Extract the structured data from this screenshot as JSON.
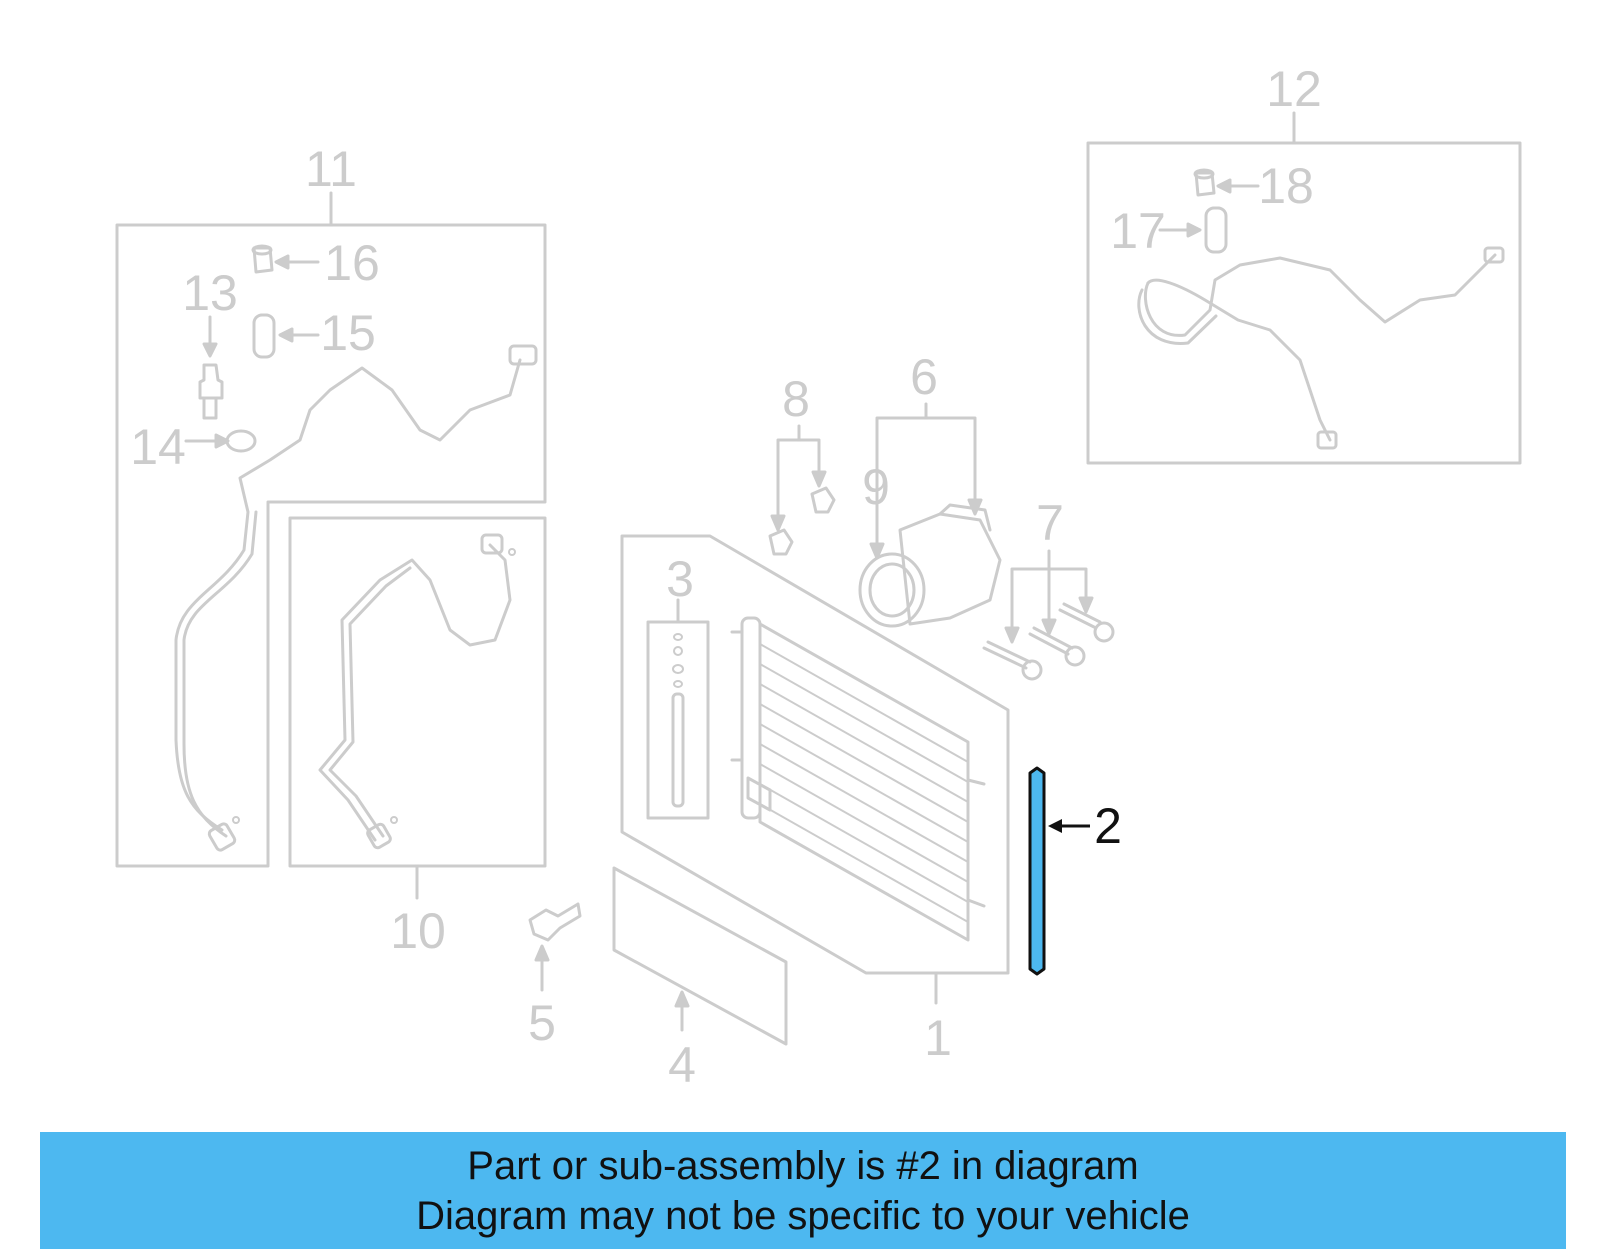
{
  "callouts": {
    "c1": "1",
    "c2": "2",
    "c3": "3",
    "c4": "4",
    "c5": "5",
    "c6": "6",
    "c7": "7",
    "c8": "8",
    "c9": "9",
    "c10": "10",
    "c11": "11",
    "c12": "12",
    "c13": "13",
    "c14": "14",
    "c15": "15",
    "c16": "16",
    "c17": "17",
    "c18": "18"
  },
  "highlight": {
    "part_number": "2",
    "color": "#4db8f0"
  },
  "banner": {
    "line1": "Part or sub-assembly is #2 in diagram",
    "line2": "Diagram may not be specific to your vehicle",
    "background": "#4db8f0"
  }
}
